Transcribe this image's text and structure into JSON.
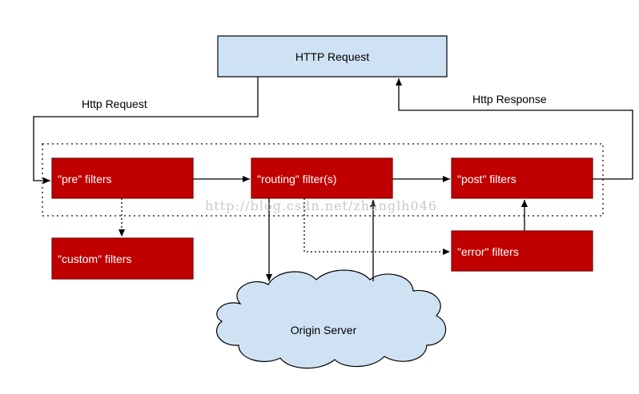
{
  "colors": {
    "filter_fill": "#c00000",
    "filter_stroke": "#7f0000",
    "request_fill": "#cfe2f3",
    "cloud_fill": "#cfe2f3",
    "line": "#000000"
  },
  "nodes": {
    "http_request": "HTTP Request",
    "pre_filters": "\"pre\" filters",
    "routing_filters": "\"routing\" filter(s)",
    "post_filters": "\"post\" filters",
    "custom_filters": "\"custom\" filters",
    "error_filters": "\"error\" filters",
    "origin_server": "Origin Server"
  },
  "edge_labels": {
    "http_request_in": "Http Request",
    "http_response_out": "Http Response"
  },
  "watermark": "http://blog.csdn.net/zhanglh046"
}
